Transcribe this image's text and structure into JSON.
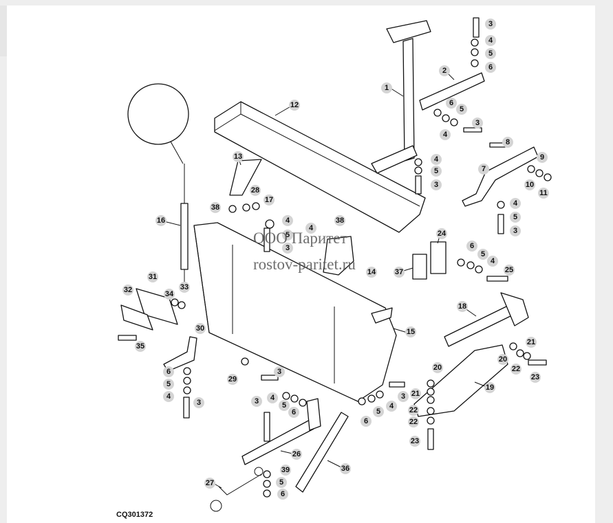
{
  "drawing_code": "CQ301372",
  "watermark": {
    "line1": "ООО Паритет",
    "line2": "rostov-paritet.ru"
  },
  "callouts": [
    "1",
    "2",
    "3",
    "4",
    "5",
    "6",
    "7",
    "8",
    "9",
    "10",
    "11",
    "12",
    "13",
    "14",
    "15",
    "16",
    "17",
    "18",
    "19",
    "20",
    "21",
    "22",
    "23",
    "24",
    "25",
    "26",
    "27",
    "28",
    "29",
    "30",
    "31",
    "32",
    "33",
    "34",
    "35",
    "36",
    "37",
    "38",
    "39"
  ]
}
